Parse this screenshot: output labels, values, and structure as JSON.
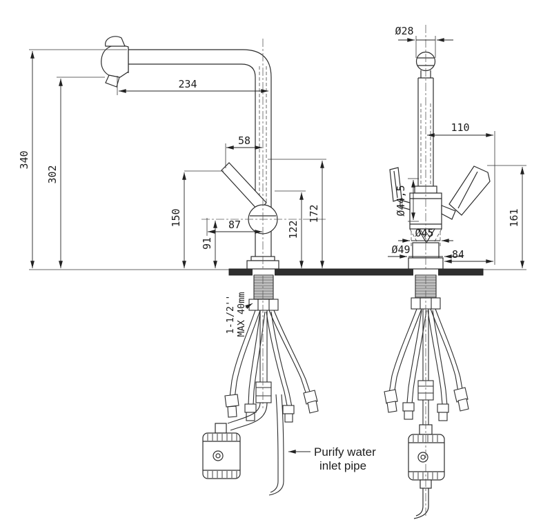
{
  "drawing": {
    "left_view": {
      "h340": "340",
      "h302": "302",
      "w234": "234",
      "w58": "58",
      "h150": "150",
      "w87": "87",
      "h91": "91",
      "h122": "122",
      "h172": "172"
    },
    "right_view": {
      "d28": "Ø28",
      "w110": "110",
      "d445": "Ø44,5",
      "h161": "161",
      "d45": "Ø45",
      "d49": "Ø49",
      "w84": "84"
    },
    "notes": {
      "thread_size": "1-1/2''",
      "max_thickness": "MAX 40mm",
      "purify_line1": "Purify water",
      "purify_line2": "inlet pipe"
    }
  }
}
